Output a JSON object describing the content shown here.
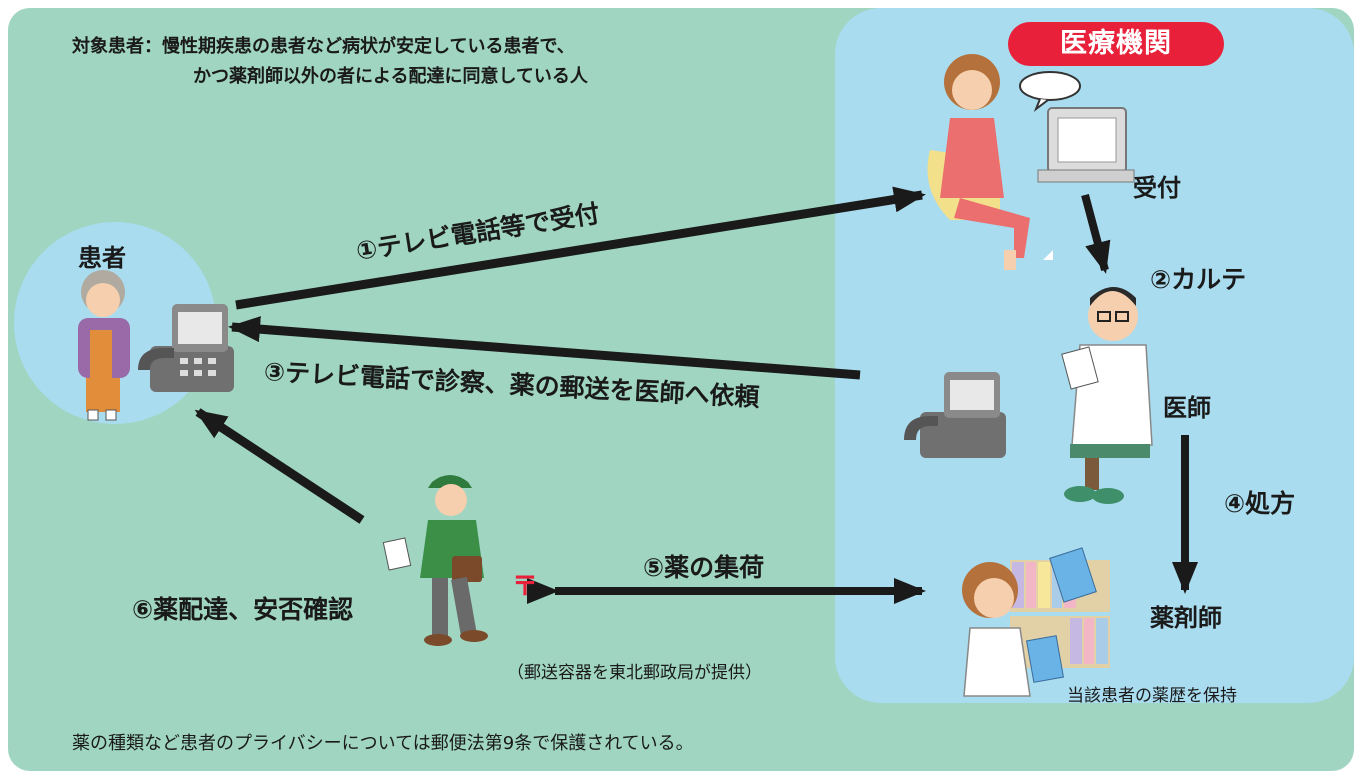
{
  "header": {
    "target_line1": "対象患者：慢性期疾患の患者など病状が安定している患者で、",
    "target_line2": "かつ薬剤師以外の者による配達に同意している人"
  },
  "institution": {
    "label": "医療機関"
  },
  "roles": {
    "patient": "患者",
    "reception": "受付",
    "doctor": "医師",
    "pharmacist": "薬剤師"
  },
  "steps": {
    "s1": "①テレビ電話等で受付",
    "s2": "②カルテ",
    "s3": "③テレビ電話で診察、薬の郵送を医師へ依頼",
    "s4": "④処方",
    "s5": "⑤薬の集荷",
    "s6": "⑥薬配達、安否確認"
  },
  "notes": {
    "postal_box": "（郵送容器を東北郵政局が提供）",
    "pharmacist_history": "当該患者の薬歴を保持",
    "postal_mark": "〒"
  },
  "footer": "薬の種類など患者のプライバシーについては郵便法第9条で保護されている。",
  "colors": {
    "background": "#9fd5c1",
    "institution_area": "#a9dcef",
    "badge": "#e8203a",
    "postal_mark": "#e8203a",
    "arrow": "#1a1a1a"
  }
}
